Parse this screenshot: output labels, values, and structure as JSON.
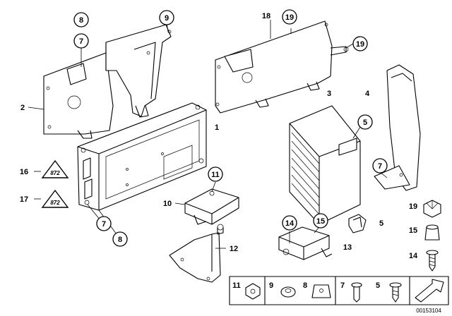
{
  "labels": {
    "p1": "1",
    "p2": "2",
    "p3": "3",
    "p4": "4",
    "p5": "5",
    "p7": "7",
    "p8": "8",
    "p9": "9",
    "p10": "10",
    "p11": "11",
    "p12": "12",
    "p13": "13",
    "p14": "14",
    "p15": "15",
    "p16": "16",
    "p17": "17",
    "p18": "18",
    "p19": "19",
    "p6": "5"
  },
  "warning_badge": "872",
  "legend_strip": [
    "11",
    "9",
    "8",
    "7",
    "5"
  ],
  "side_column": [
    "19",
    "15",
    "14"
  ],
  "document_number": "00153104"
}
